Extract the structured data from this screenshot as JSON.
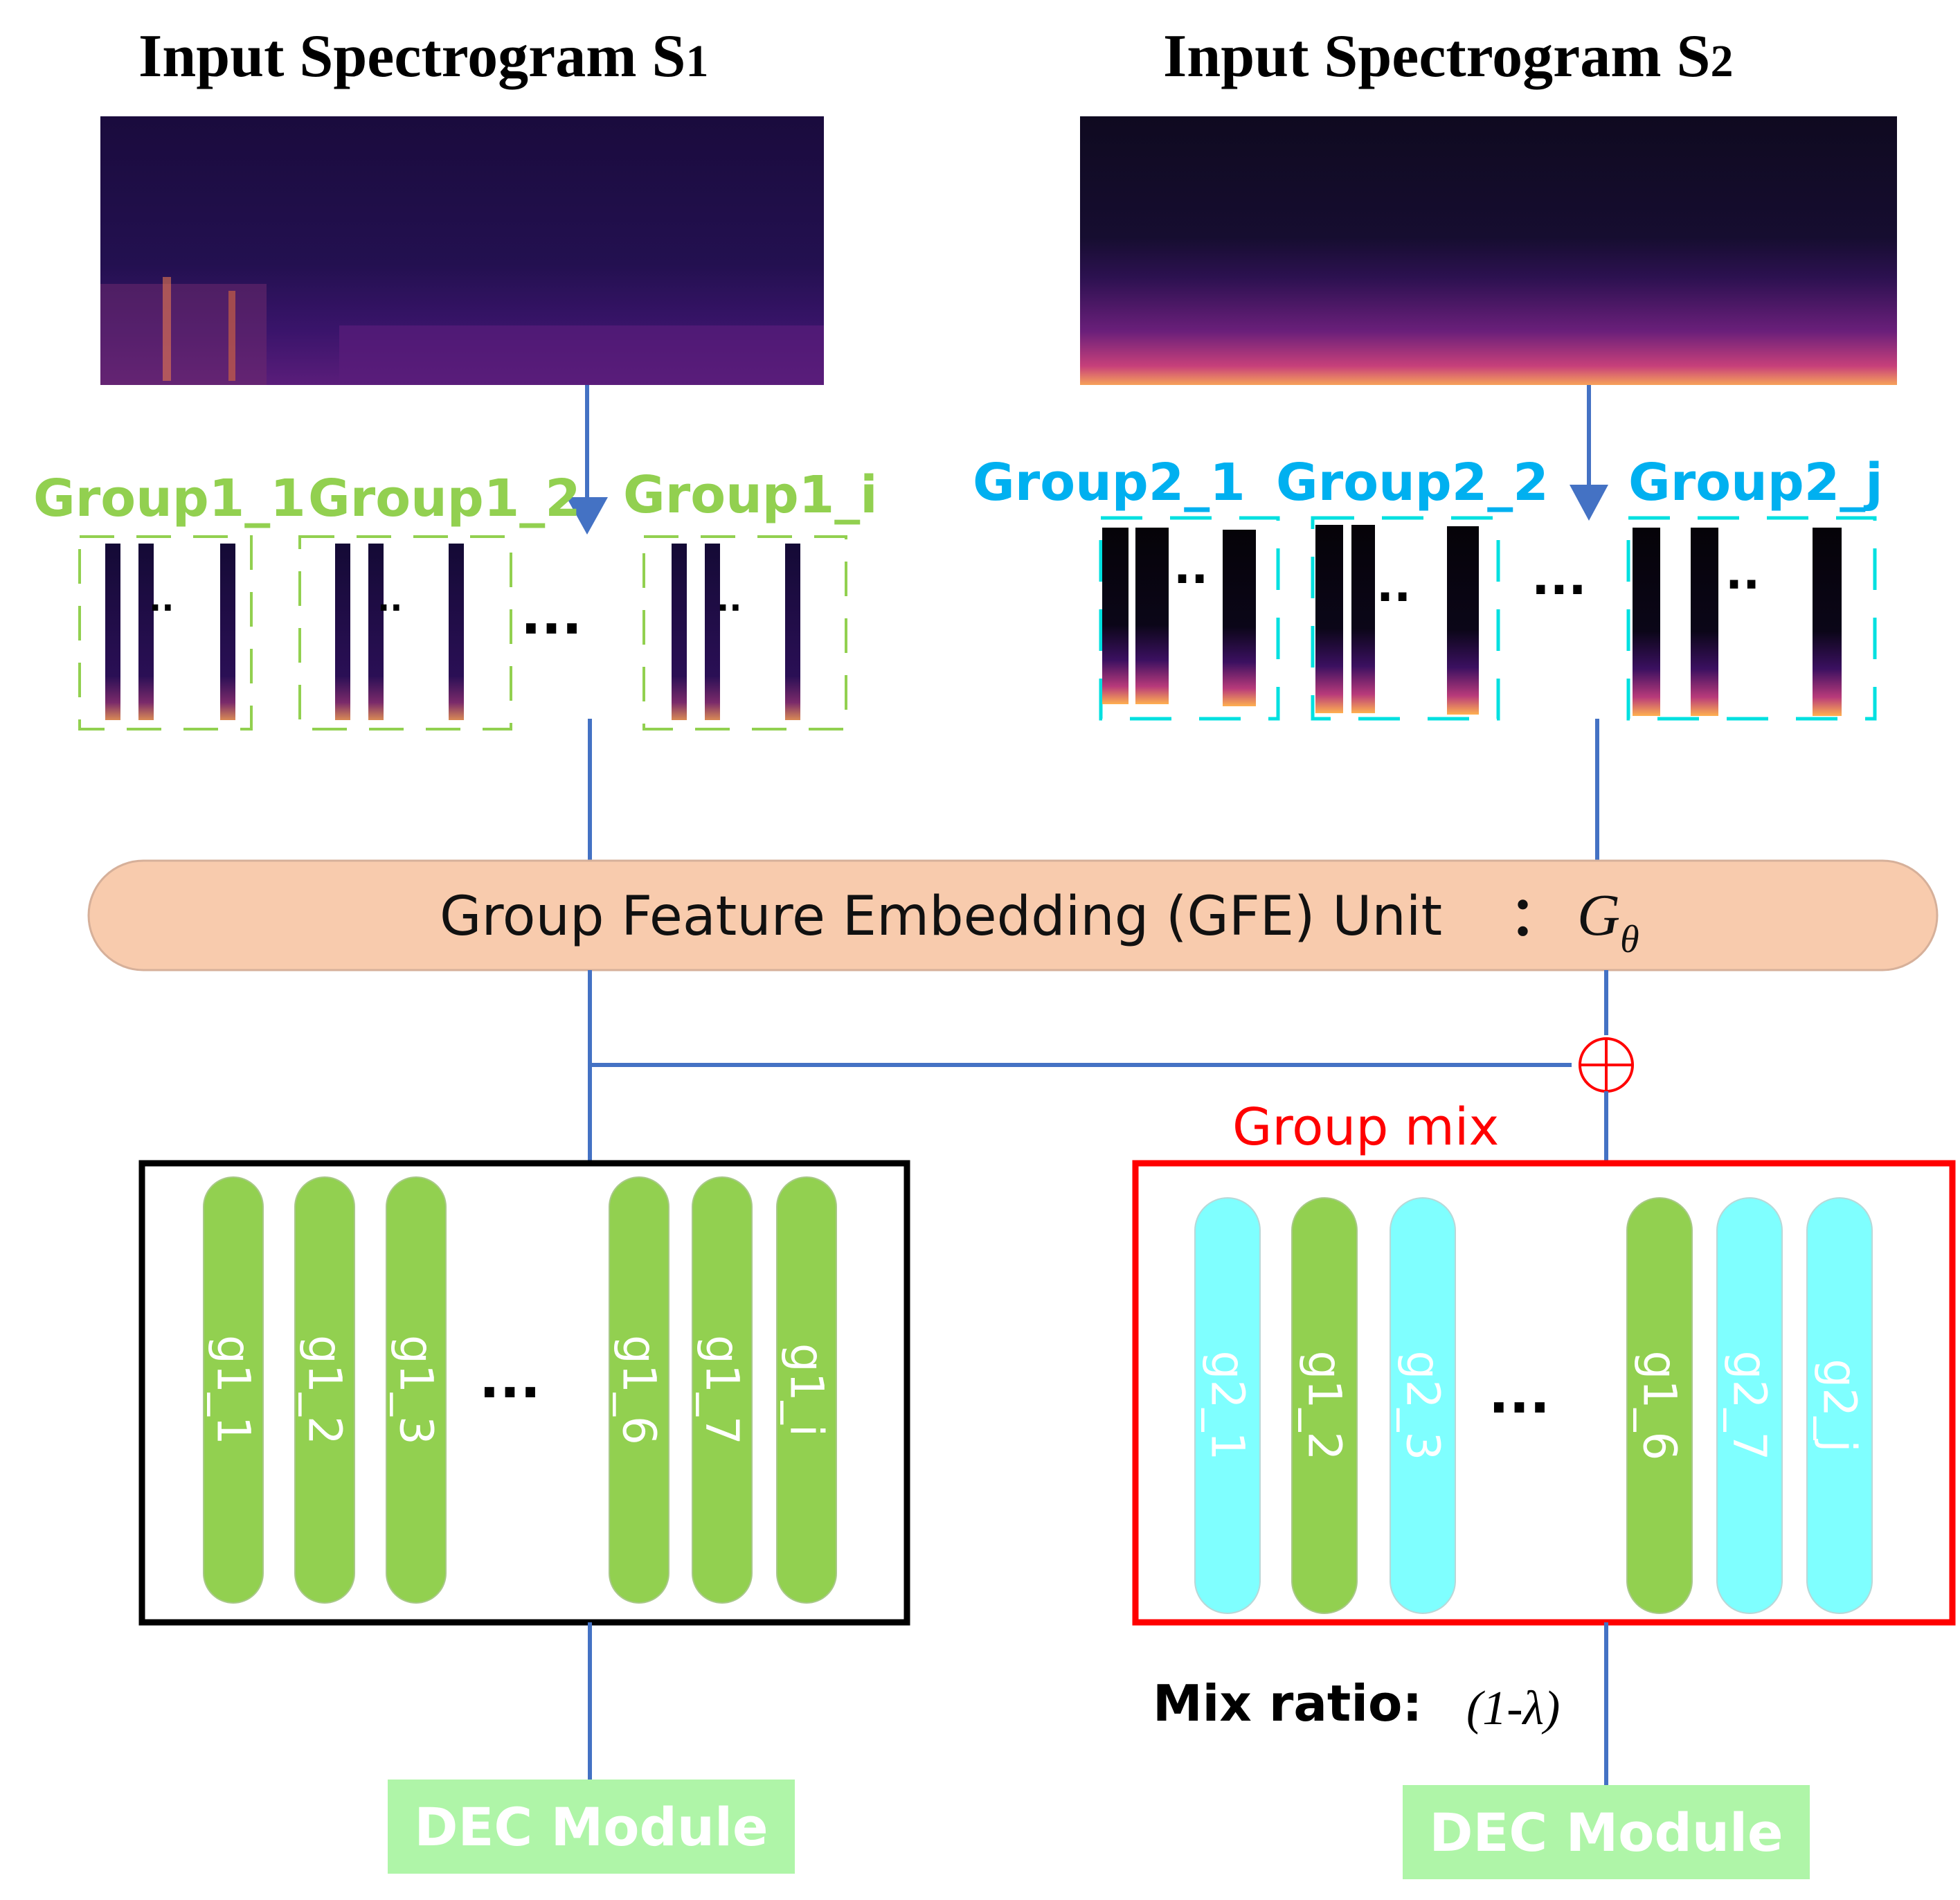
{
  "titles": {
    "s1_main": "Input Spectrogram S",
    "s1_sub": "1",
    "s2_main": "Input Spectrogram S",
    "s2_sub": "2"
  },
  "groups1": {
    "labels": [
      "Group1_1",
      "Group1_2",
      "Group1_i"
    ],
    "color": "#92d050"
  },
  "groups2": {
    "labels": [
      "Group2_1",
      "Group2_2",
      "Group2_j"
    ],
    "color": "#00b0f0"
  },
  "ellipsis": {
    "small": "..",
    "mid": "...",
    "big": "..."
  },
  "gfe": {
    "label": "Group Feature  Embedding (GFE) Unit",
    "colon": "：",
    "symbol": "G",
    "subscript": "θ",
    "fill": "#f8cbad"
  },
  "mix": {
    "label": "Group mix",
    "color": "#ff0000",
    "ratio_label": "Mix ratio:",
    "ratio_value": "(1-λ)"
  },
  "left_box": {
    "pills": [
      "g1_1",
      "g1_2",
      "g1_3",
      "g1_6",
      "g1_7",
      "g1_i"
    ],
    "ellipsis": "..."
  },
  "right_box": {
    "pills": [
      "g2_1",
      "g1_2",
      "g2_3",
      "g1_6",
      "g2_7",
      "g2_j"
    ],
    "pill_colors": [
      "cyan",
      "green",
      "cyan",
      "green",
      "cyan",
      "cyan"
    ],
    "ellipsis": "..."
  },
  "colors": {
    "green": "#92d050",
    "cyan": "#7fffff",
    "line": "#4472c4",
    "dec_fill": "#aff5a8"
  },
  "dec": {
    "left": "DEC  Module",
    "right": "DEC  Module"
  }
}
